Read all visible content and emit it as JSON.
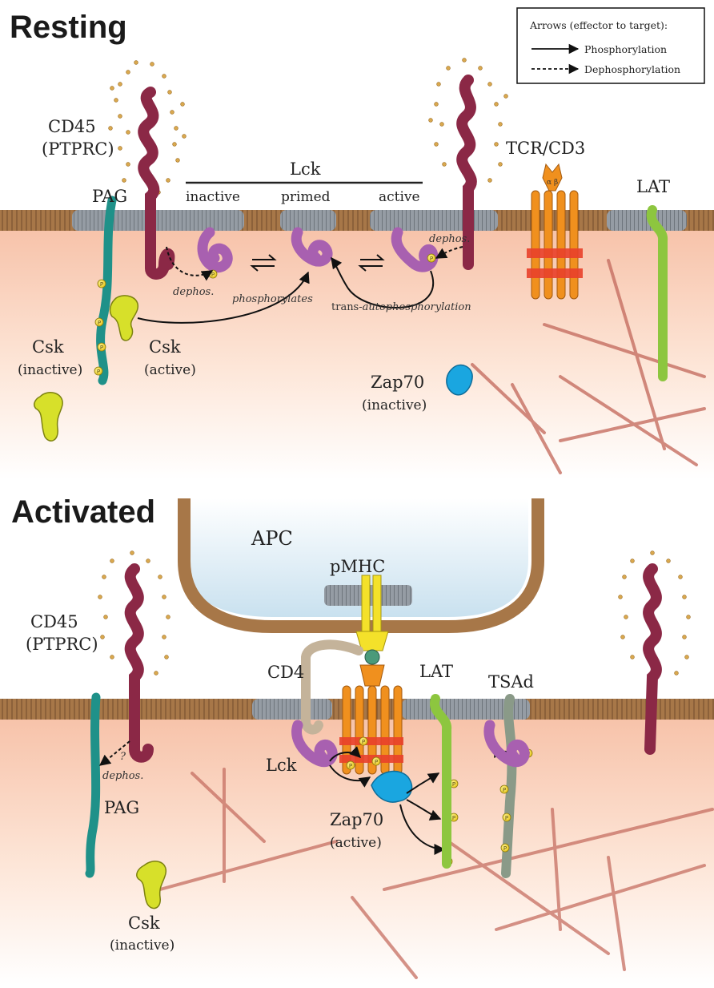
{
  "legend": {
    "title": "Arrows (effector to target):",
    "solid": "Phosphorylation",
    "dashed": "Dephosphorylation"
  },
  "resting": {
    "heading": "Resting",
    "cd45": [
      "CD45",
      "(PTPRC)"
    ],
    "pag": "PAG",
    "lck": "Lck",
    "lck_states": [
      "inactive",
      "primed",
      "active"
    ],
    "tcr": "TCR/CD3",
    "lat": "LAT",
    "dephos_left": "dephos.",
    "dephos_right": "dephos.",
    "phosphorylates": "phosphorylates",
    "trans_prefix": "trans-",
    "trans_italic": "autophosphorylation",
    "csk_inactive": [
      "Csk",
      "(inactive)"
    ],
    "csk_active": [
      "Csk",
      "(active)"
    ],
    "zap70": [
      "Zap70",
      "(inactive)"
    ],
    "alpha_beta": "α β"
  },
  "activated": {
    "heading": "Activated",
    "apc": "APC",
    "pmhc": "pMHC",
    "cd4": "CD4",
    "cd45": [
      "CD45",
      "(PTPRC)"
    ],
    "lat": "LAT",
    "tsad": "TSAd",
    "lck": "Lck",
    "pag": "PAG",
    "q": "?",
    "dephos": "dephos.",
    "zap70": [
      "Zap70",
      "(active)"
    ],
    "csk": [
      "Csk",
      "(inactive)"
    ]
  },
  "phospho_mark": "P",
  "colors": {
    "membrane": "#9a6b3f",
    "raft": "#8f969e",
    "cytoplasm_top": "#f9cdb8",
    "cd45": "#8b2846",
    "pag": "#1f9189",
    "csk": "#d7e02a",
    "lck": "#a860b0",
    "zap70": "#1aa6e0",
    "lat": "#8dc63f",
    "tsad": "#8a9a88",
    "tcr": "#f0901e",
    "cd3": "#e8402a",
    "cd4": "#c4b39a",
    "pmhc": "#f4e12a",
    "apc": "#d3e7f2",
    "actin": "#c96e60"
  }
}
